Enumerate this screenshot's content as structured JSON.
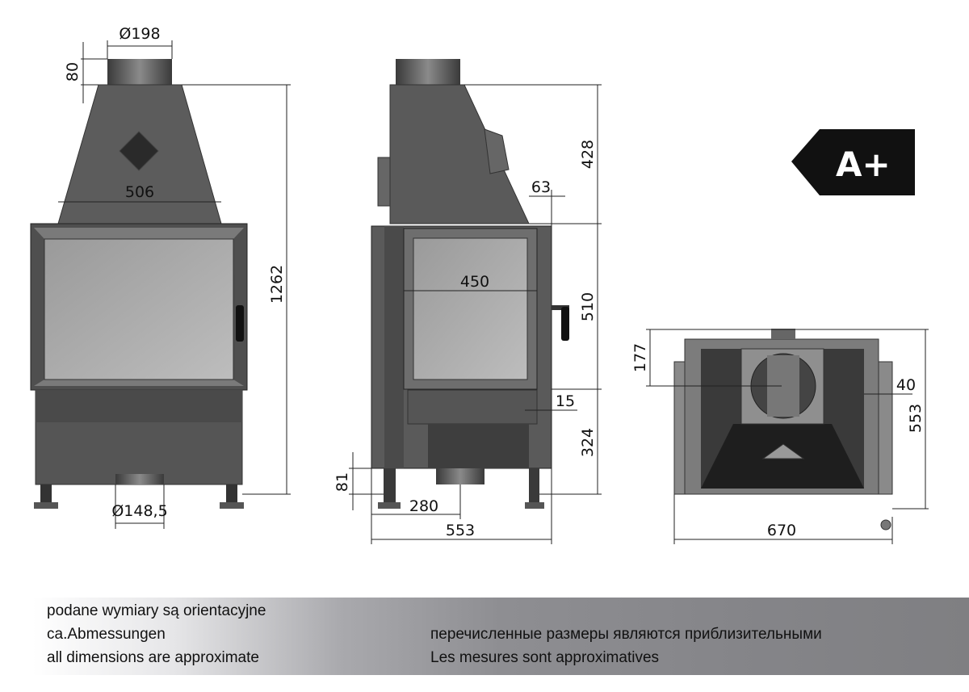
{
  "energy_class": {
    "label": "A+",
    "color": "#111111"
  },
  "front_view": {
    "flue_diameter": "Ø198",
    "collar_height": "80",
    "hood_width": "506",
    "total_height": "1262",
    "air_inlet_diameter": "Ø148,5"
  },
  "side_view": {
    "hood_height": "428",
    "hood_offset": "63",
    "door_width": "450",
    "door_height": "510",
    "offset_15": "15",
    "base_height": "324",
    "leg_height": "81",
    "inlet_offset": "280",
    "depth": "553"
  },
  "top_view": {
    "flue_offset": "177",
    "side_offset": "40",
    "depth": "553",
    "width": "670"
  },
  "notes": {
    "left": [
      "podane wymiary są orientacyjne",
      "ca.Abmessungen",
      "all dimensions are approximate"
    ],
    "right": [
      "перечисленные размеры являются приблизительными",
      "Les mesures sont approximatives"
    ]
  }
}
